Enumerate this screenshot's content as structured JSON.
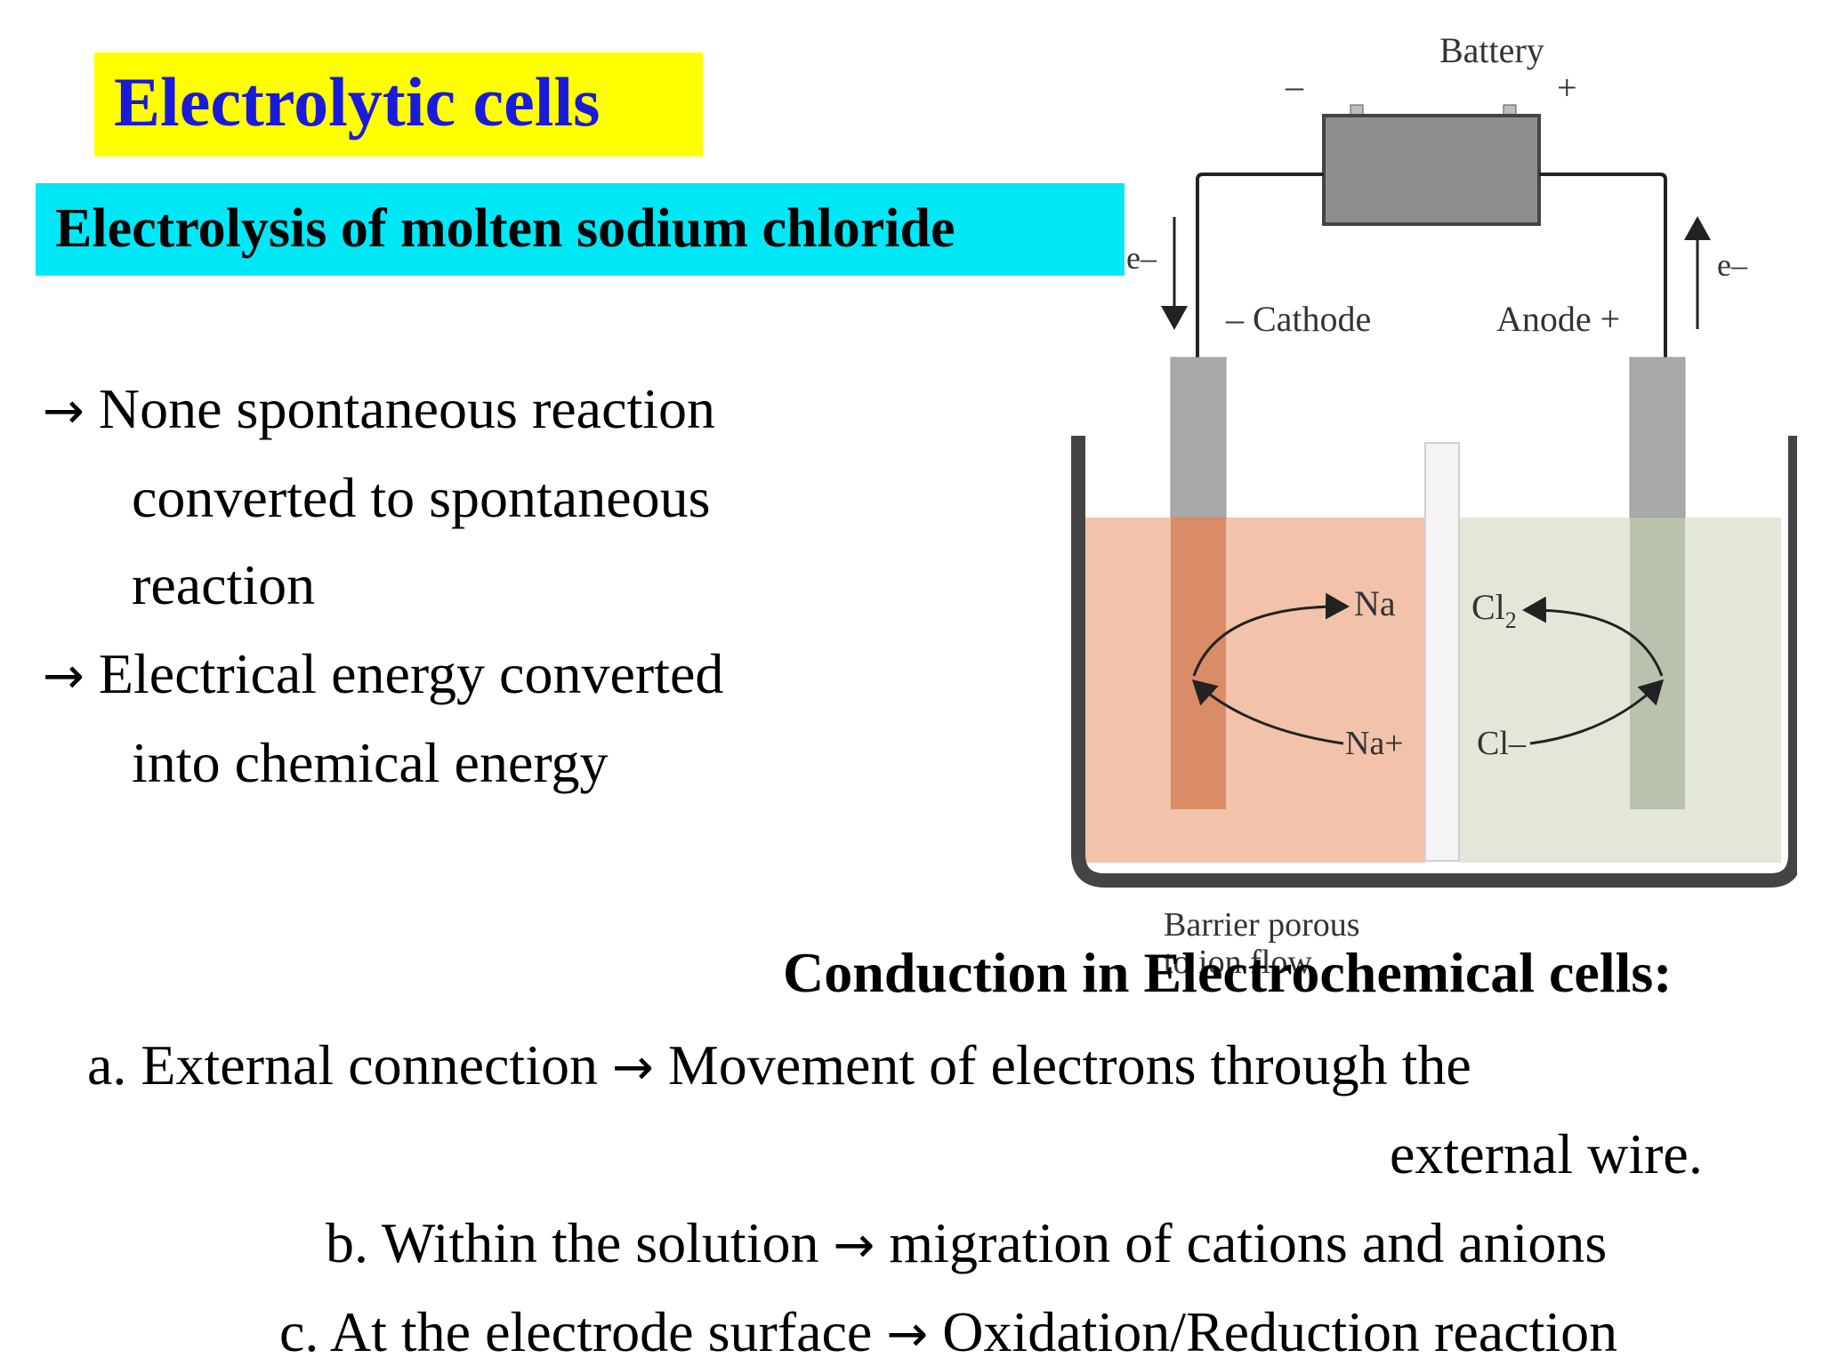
{
  "title": "Electrolytic cells",
  "subtitle": "Electrolysis of molten sodium chloride",
  "points": [
    {
      "arrow": "→",
      "lines": [
        "None spontaneous reaction",
        "converted to spontaneous",
        "reaction"
      ]
    },
    {
      "arrow": "→",
      "lines": [
        "Electrical energy converted",
        "into chemical energy"
      ]
    }
  ],
  "diagram": {
    "battery": "Battery",
    "minus": "–",
    "plus": "+",
    "electron_left": "e–",
    "electron_right": "e–",
    "cathode": "– Cathode",
    "anode": "Anode +",
    "na": "Na",
    "cl2": "Cl",
    "cl2_sub": "2",
    "na_ion": "Na+",
    "cl_ion": "Cl–",
    "barrier_line1": "Barrier porous",
    "barrier_line2": "to ion flow",
    "colors": {
      "cathode_solution": "#f3c2ab",
      "anode_solution": "#e3e7da",
      "cathode_electrode": "#d98c66",
      "anode_electrode": "#b9c2ac",
      "electrode_top": "#a9a9a9",
      "battery": "#8e8e8e"
    }
  },
  "conduction": {
    "title": "Conduction in Electrochemical cells:",
    "a_label": "a. External connection",
    "a_arrow": "→",
    "a_text": "Movement of electrons through the",
    "a_text2": "external wire.",
    "b_label": "b. Within the solution",
    "b_arrow": "→",
    "b_text": "migration of cations and anions",
    "c_label": "c. At the electrode surface",
    "c_arrow": "→",
    "c_text": "Oxidation/Reduction reaction"
  }
}
